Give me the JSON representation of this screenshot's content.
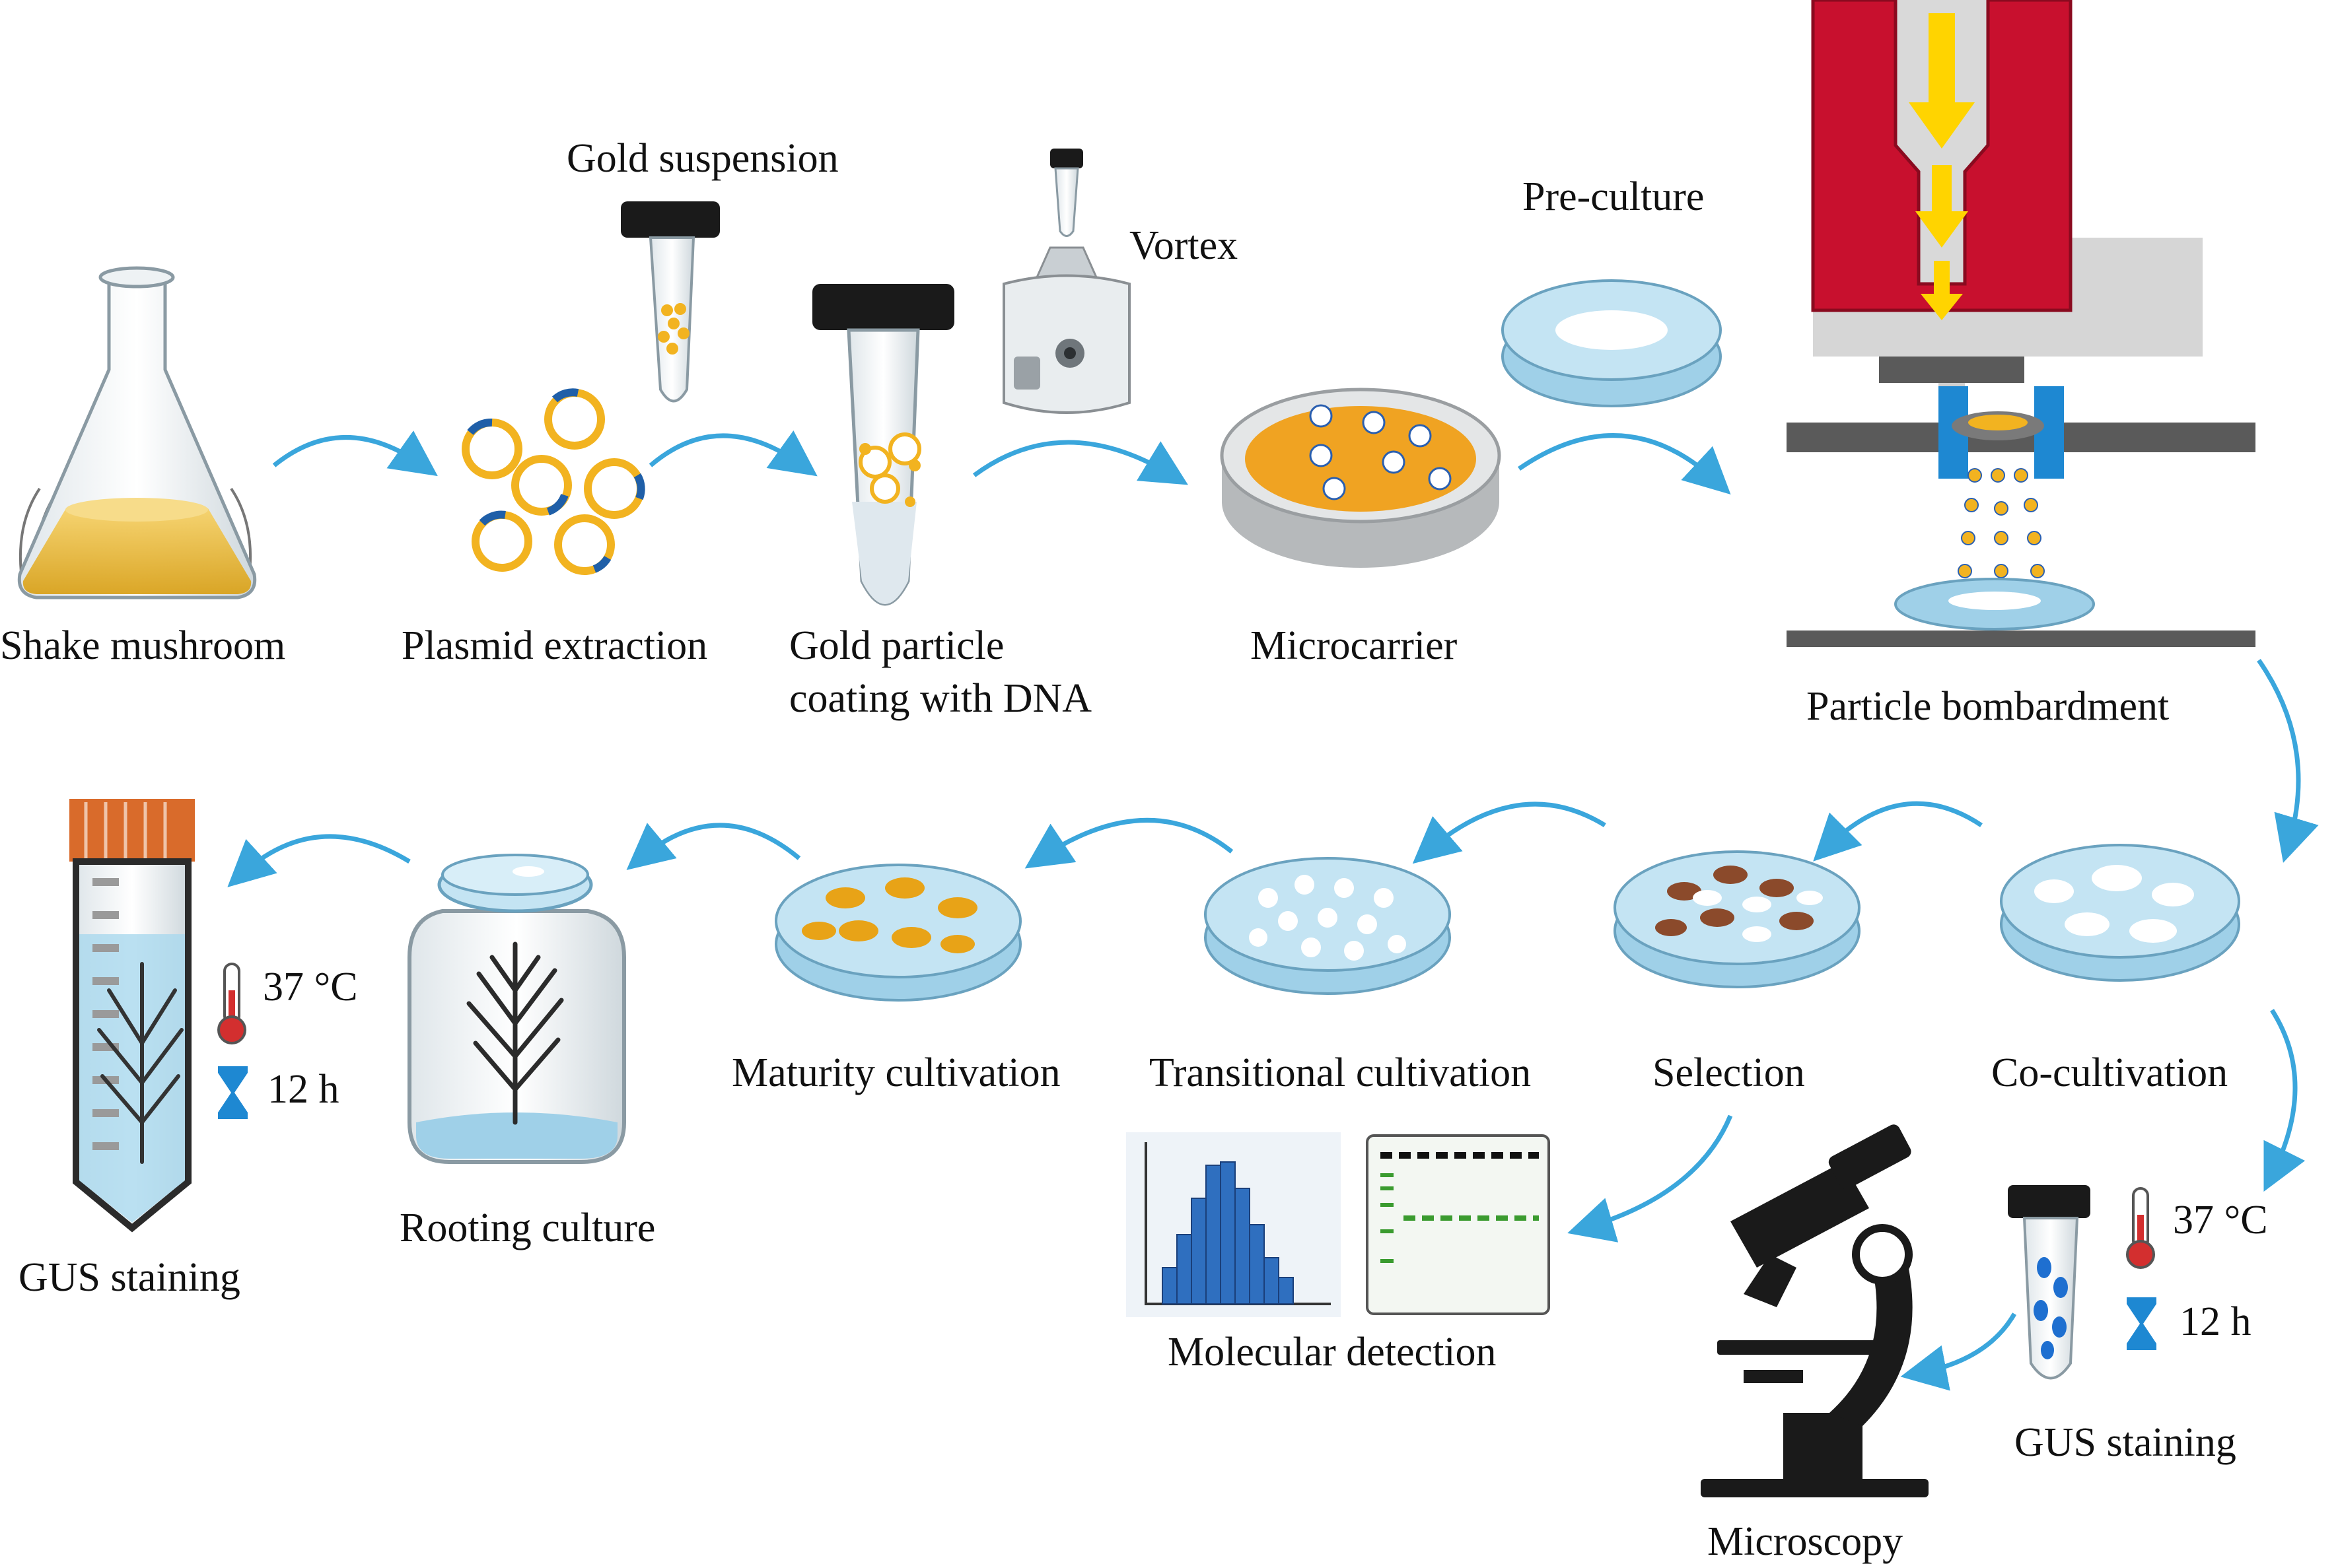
{
  "labels": {
    "shake_mushroom": "Shake mushroom",
    "plasmid_extraction": "Plasmid extraction",
    "gold_suspension": "Gold suspension",
    "gold_coating_line1": "Gold particle",
    "gold_coating_line2": "coating with DNA",
    "vortex": "Vortex",
    "microcarrier": "Microcarrier",
    "pre_culture": "Pre-culture",
    "particle_bombardment": "Particle bombardment",
    "co_cultivation": "Co-cultivation",
    "selection": "Selection",
    "transitional_cultivation": "Transitional cultivation",
    "maturity_cultivation": "Maturity cultivation",
    "rooting_culture": "Rooting culture",
    "gus_staining_left": "GUS staining",
    "molecular_detection": "Molecular detection",
    "microscopy": "Microscopy",
    "gus_staining_right": "GUS staining"
  },
  "conditions_left": {
    "temperature": "37 °C",
    "time": "12 h"
  },
  "conditions_right": {
    "temperature": "37 °C",
    "time": "12 h"
  },
  "colors": {
    "arrow": "#3aa6dc",
    "gold": "#f2b320",
    "dish_media": "#a9d8ee",
    "bombard_red": "#c8102e",
    "bombard_arrow": "#ffd400",
    "stand_blue": "#1e88d2",
    "brown_callus": "#8b4a2b",
    "orange_callus": "#e8a317",
    "gel_green": "#3a9b2f",
    "histogram": "#2f6fbf"
  }
}
